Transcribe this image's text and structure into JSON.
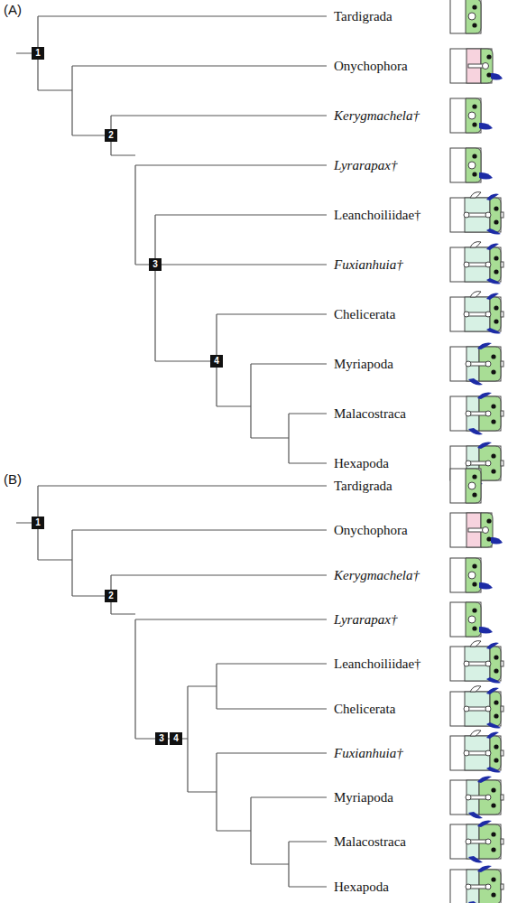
{
  "diagram": {
    "labels": [
      "(A)",
      "1",
      "Tardigrada",
      "Onychophora",
      "2",
      "Kerygmachela†",
      "Lyrarapax†",
      "3",
      "Leanchoiliidae†",
      "Fuxianhuia†",
      "4",
      "Chelicerata",
      "Myriapoda",
      "Malacostraca",
      "Hexapoda",
      "(B)",
      "1",
      "Tardigrada",
      "Onychophora",
      "2",
      "Kerygmachela†",
      "Lyrarapax†",
      "Leanchoiliidae†",
      "Chelicerata",
      "3",
      "4",
      "Fuxianhuia†",
      "Myriapoda",
      "Malacostraca",
      "Hexapoda"
    ]
  }
}
